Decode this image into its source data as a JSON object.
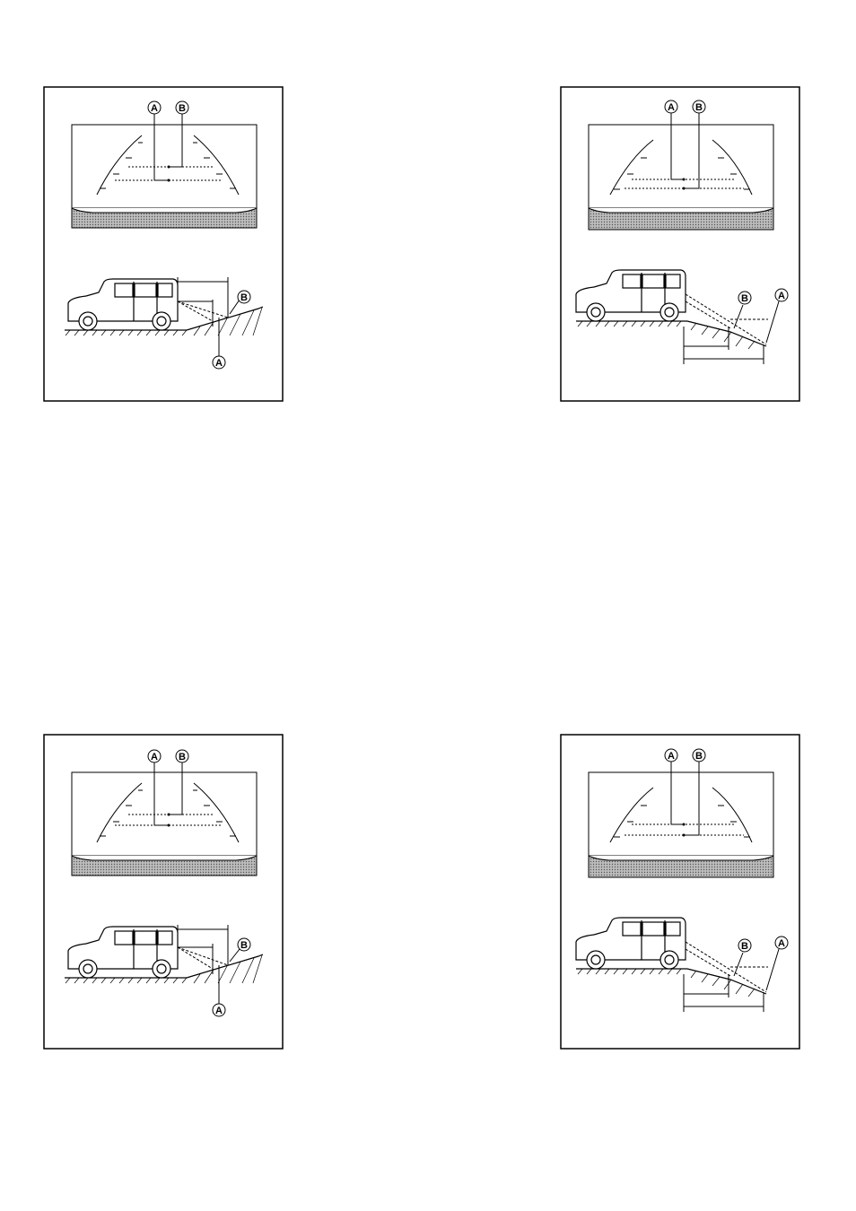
{
  "figures": [
    {
      "id": "upslope-1",
      "slope": "up",
      "callouts": {
        "screen_a": "A",
        "screen_b": "B",
        "side_a": "A",
        "side_b": "B"
      }
    },
    {
      "id": "downslope-1",
      "slope": "down",
      "callouts": {
        "screen_a": "A",
        "screen_b": "B",
        "side_a": "A",
        "side_b": "B"
      }
    },
    {
      "id": "upslope-2",
      "slope": "up",
      "callouts": {
        "screen_a": "A",
        "screen_b": "B",
        "side_a": "A",
        "side_b": "B"
      }
    },
    {
      "id": "downslope-2",
      "slope": "down",
      "callouts": {
        "screen_a": "A",
        "screen_b": "B",
        "side_a": "A",
        "side_b": "B"
      }
    }
  ],
  "colors": {
    "line": "#000000",
    "background": "#ffffff",
    "bumper_fill": "#c8c8c8"
  }
}
